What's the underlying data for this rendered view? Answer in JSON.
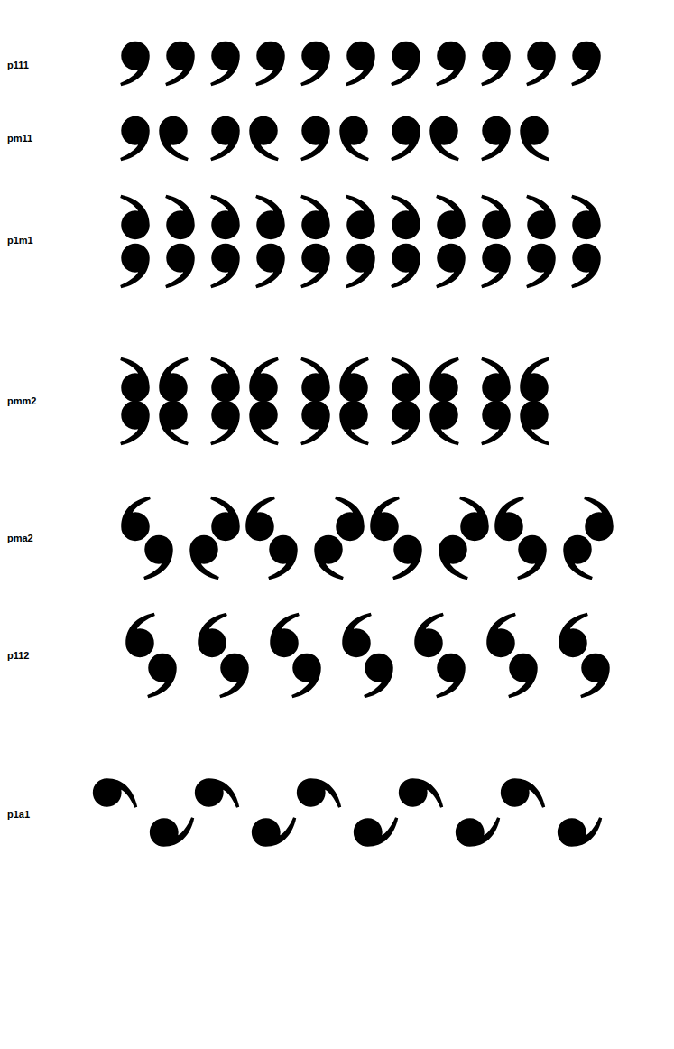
{
  "diagram": {
    "labels": [
      "p111",
      "pm11",
      "p1m1",
      "pmm2",
      "pma2",
      "p112",
      "p1a1"
    ]
  }
}
